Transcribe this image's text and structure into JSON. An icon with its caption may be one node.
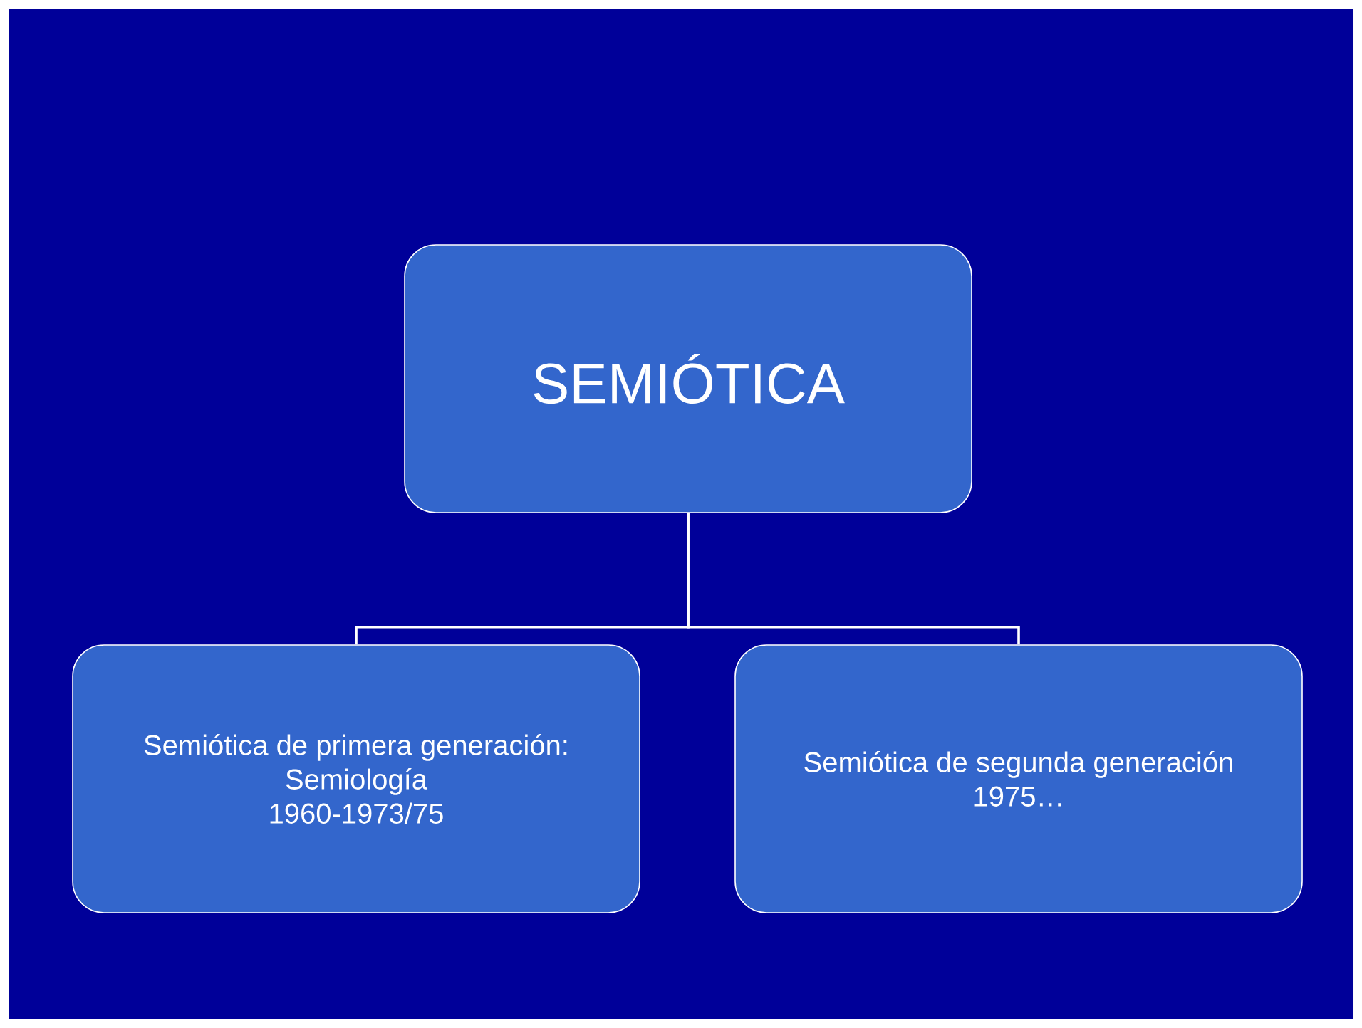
{
  "diagram": {
    "nodes": [
      {
        "text": [
          "SEMIÓTICA"
        ]
      },
      {
        "text": [
          "Semiótica de primera generación:",
          "Semiología",
          "1960-1973/75"
        ]
      },
      {
        "text": [
          "Semiótica de segunda generación",
          "1975…"
        ]
      }
    ],
    "edges": [
      {
        "from": 0,
        "to": 1,
        "arrow": "none"
      },
      {
        "from": 0,
        "to": 2,
        "arrow": "none"
      }
    ]
  }
}
